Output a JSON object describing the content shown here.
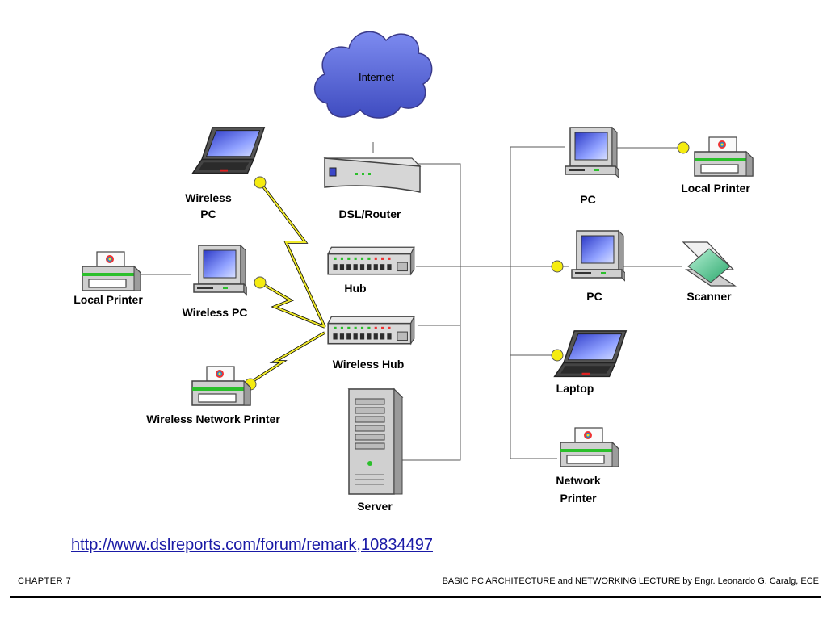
{
  "diagram": {
    "labels": {
      "internet": "Internet",
      "dsl_router": "DSL/Router",
      "hub": "Hub",
      "wireless_hub": "Wireless Hub",
      "server": "Server",
      "wireless_pc_top_line1": "Wireless",
      "wireless_pc_top_line2": "PC",
      "wireless_pc_mid": "Wireless PC",
      "local_printer_left": "Local Printer",
      "wireless_network_printer": "Wireless Network Printer",
      "pc_top": "PC",
      "pc_mid": "PC",
      "local_printer_right": "Local Printer",
      "scanner": "Scanner",
      "laptop": "Laptop",
      "network_printer_line1": "Network",
      "network_printer_line2": "Printer"
    }
  },
  "source_url": "http://www.dslreports.com/forum/remark,10834497",
  "footer": {
    "chapter": "CHAPTER 7",
    "course": "BASIC PC ARCHITECTURE and NETWORKING LECTURE by Engr. Leonardo G. Caralg, ECE"
  },
  "colors": {
    "cable": "#555555",
    "wireless_bolt": "#f0ea2a",
    "node_dot": "#f5ec10",
    "cloud": "#5b69cf",
    "screen": "#3b47c9",
    "device_gray": "#c8c8c8"
  }
}
